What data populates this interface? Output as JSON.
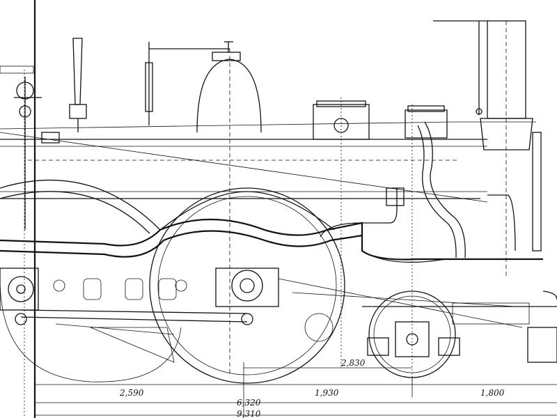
{
  "drawing": {
    "subject": "steam-locomotive-elevation-blueprint",
    "ink_color": "#111111",
    "paper_color": "#ffffff"
  },
  "dimensions": {
    "d1": "2,590",
    "d2": "1,930",
    "d3": "1,800",
    "d4": "2,830",
    "d5": "6,320",
    "d6": "9,310"
  }
}
